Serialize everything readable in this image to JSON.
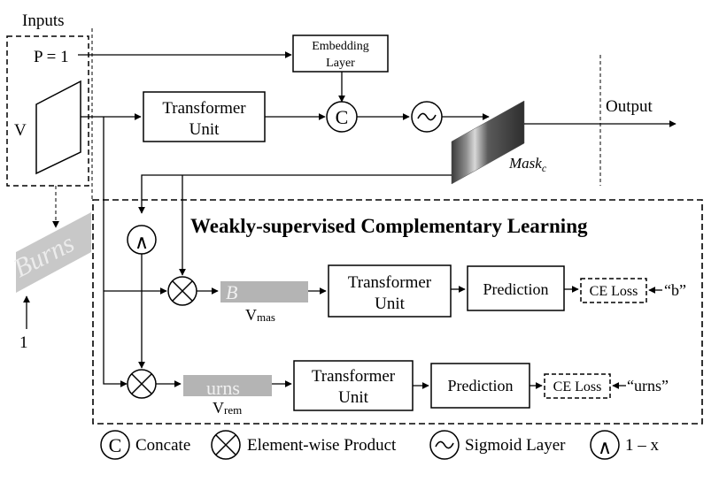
{
  "inputs": {
    "title": "Inputs",
    "p_label": "P = 1",
    "v_label": "V"
  },
  "embedding": {
    "line1": "Embedding",
    "line2": "Layer"
  },
  "transformer_main": {
    "line1": "Transformer",
    "line2": "Unit"
  },
  "output": {
    "label": "Output"
  },
  "mask": {
    "label": "Mask",
    "subscript": "c"
  },
  "burns_image": {
    "text": "Burns"
  },
  "one_label": "1",
  "wscl": {
    "title": "Weakly-supervised Complementary Learning"
  },
  "branch_mas": {
    "image_text": "B",
    "label": "V",
    "label_sub": "mas",
    "transformer_line1": "Transformer",
    "transformer_line2": "Unit",
    "prediction": "Prediction",
    "loss": "CE Loss",
    "target": "“b”"
  },
  "branch_rem": {
    "image_text": "urns",
    "label": "V",
    "label_sub": "rem",
    "transformer_line1": "Transformer",
    "transformer_line2": "Unit",
    "prediction": "Prediction",
    "loss": "CE Loss",
    "target": "“urns”"
  },
  "ops": {
    "concat": "C",
    "not": "∧"
  },
  "legend": {
    "concat": "Concate",
    "product": "Element-wise Product",
    "sigmoid": "Sigmoid Layer",
    "one_minus": "1 – x"
  }
}
